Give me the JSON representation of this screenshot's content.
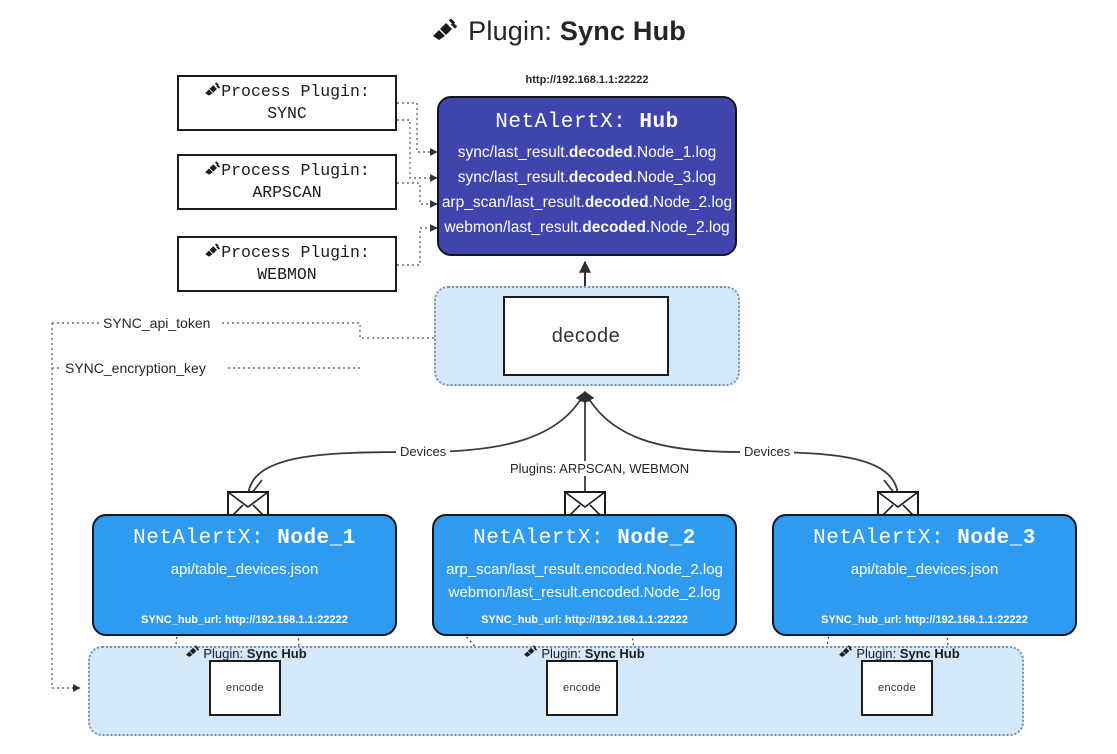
{
  "title": {
    "icon": "plug-icon",
    "prefix": "Plugin:",
    "name": "Sync Hub"
  },
  "process_plugins": [
    {
      "line1": "Process Plugin:",
      "line2": "SYNC",
      "icon": "plug-icon"
    },
    {
      "line1": "Process Plugin:",
      "line2": "ARPSCAN",
      "icon": "plug-icon"
    },
    {
      "line1": "Process Plugin:",
      "line2": "WEBMON",
      "icon": "plug-icon"
    }
  ],
  "hub": {
    "url": "http://192.168.1.1:22222",
    "title_prefix": "NetAlertX:",
    "title_name": "Hub",
    "rows": [
      {
        "pre": "sync/last_result.",
        "mid": "decoded",
        "post": ".Node_1.log"
      },
      {
        "pre": "sync/last_result.",
        "mid": "decoded",
        "post": ".Node_3.log"
      },
      {
        "pre": "arp_scan/last_result.",
        "mid": "decoded",
        "post": ".Node_2.log"
      },
      {
        "pre": "webmon/last_result.",
        "mid": "decoded",
        "post": ".Node_2.log"
      }
    ]
  },
  "decode": {
    "label": "decode"
  },
  "variables": [
    {
      "label": "SYNC_api_token"
    },
    {
      "label": "SYNC_encryption_key"
    }
  ],
  "edge_labels": {
    "left_devices": "Devices",
    "middle_plugins": "Plugins: ARPSCAN, WEBMON",
    "right_devices": "Devices"
  },
  "nodes": [
    {
      "title_prefix": "NetAlertX:",
      "title_name": "Node_1",
      "rows": [
        {
          "pre": "api/table_devices.json",
          "mid": "",
          "post": ""
        }
      ],
      "footer_key": "SYNC_hub_url:",
      "footer_value": "http://192.168.1.1:22222",
      "icon": "envelope-icon"
    },
    {
      "title_prefix": "NetAlertX:",
      "title_name": "Node_2",
      "rows": [
        {
          "pre": "arp_scan/last_result.encoded.Node_2.log",
          "mid": "",
          "post": ""
        },
        {
          "pre": "webmon/last_result.encoded.Node_2.log",
          "mid": "",
          "post": ""
        }
      ],
      "footer_key": "SYNC_hub_url:",
      "footer_value": "http://192.168.1.1:22222",
      "icon": "envelope-icon"
    },
    {
      "title_prefix": "NetAlertX:",
      "title_name": "Node_3",
      "rows": [
        {
          "pre": "api/table_devices.json",
          "mid": "",
          "post": ""
        }
      ],
      "footer_key": "SYNC_hub_url:",
      "footer_value": "http://192.168.1.1:22222",
      "icon": "envelope-icon"
    }
  ],
  "encoders": [
    {
      "plugin_prefix": "Plugin:",
      "plugin_name": "Sync Hub",
      "box_label": "encode",
      "icon": "plug-icon"
    },
    {
      "plugin_prefix": "Plugin:",
      "plugin_name": "Sync Hub",
      "box_label": "encode",
      "icon": "plug-icon"
    },
    {
      "plugin_prefix": "Plugin:",
      "plugin_name": "Sync Hub",
      "box_label": "encode",
      "icon": "plug-icon"
    }
  ],
  "colors": {
    "hub_fill": "#3f45ac",
    "node_fill": "#2f9bf0",
    "cluster_fill": "#d4e8fa",
    "cluster_border": "#7a93ac",
    "stroke": "#15151f",
    "page_bg": "#ffffff"
  }
}
